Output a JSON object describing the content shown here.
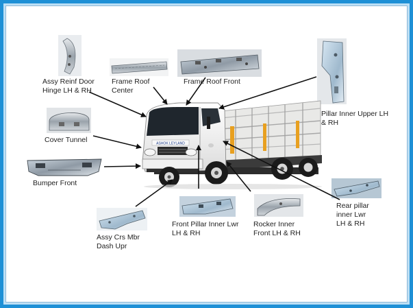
{
  "labels": {
    "assy_reinf_door_hinge": "Assy Reinf Door\nHinge LH & RH",
    "frame_roof_center": "Frame Roof\nCenter",
    "frame_roof_front": "Frame Roof  Front",
    "pillar_inner_upper": "Pillar Inner Upper LH\n& RH",
    "cover_tunnel": "Cover Tunnel",
    "bumper_front": "Bumper Front",
    "assy_crs_mbr_dash_upr": "Assy  Crs  Mbr\nDash Upr",
    "front_pillar_inner_lwr": "Front Pillar Inner Lwr\nLH & RH",
    "rocker_inner_front": "Rocker Inner\nFront LH & RH",
    "rear_pillar_inner_lwr": "Rear pillar\ninner Lwr\nLH & RH"
  },
  "truck": {
    "brand_text": "ASHOK LEYLAND",
    "cab_color": "#f4f4f2",
    "accent_color": "#e8a020"
  },
  "colors": {
    "frame_border": "#1e90d6",
    "frame_fill": "#bcdff5"
  }
}
